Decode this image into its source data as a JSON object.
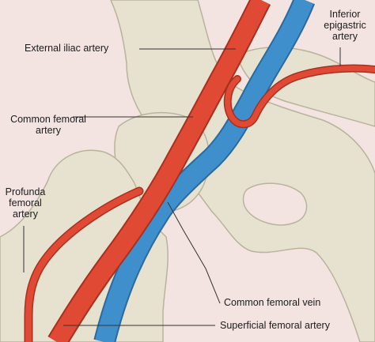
{
  "labels": {
    "external_iliac_artery": "External iliac artery",
    "inferior_epigastric_artery": [
      "Inferior",
      "epigastric",
      "artery"
    ],
    "common_femoral_artery": [
      "Common femoral",
      "artery"
    ],
    "profunda_femoral_artery": [
      "Profunda",
      "femoral",
      "artery"
    ],
    "common_femoral_vein": "Common femoral vein",
    "superficial_femoral_artery": "Superficial femoral artery"
  },
  "colors": {
    "background": "#f3e3e1",
    "bone": "#e6e2cf",
    "bone_outline": "#b9b39d",
    "artery": "#e04a35",
    "artery_outline": "#a8301f",
    "vein": "#3f8fcd",
    "vein_outline": "#2a6a9c",
    "leader_line": "#333333"
  }
}
